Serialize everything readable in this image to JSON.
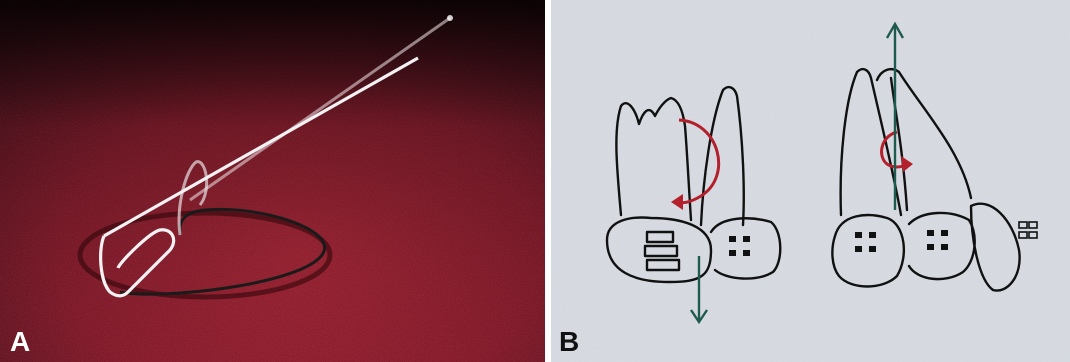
{
  "figure": {
    "panels": [
      {
        "id": "A",
        "label": "A",
        "description_colors": {
          "background": "#7a1020",
          "wire": "#e8e8ec"
        }
      },
      {
        "id": "B",
        "label": "B",
        "description_colors": {
          "background": "#d9dde3",
          "ink": "#111111",
          "rotation_arrow": "#b3202c",
          "force_arrow": "#1f5a4e"
        }
      }
    ]
  }
}
